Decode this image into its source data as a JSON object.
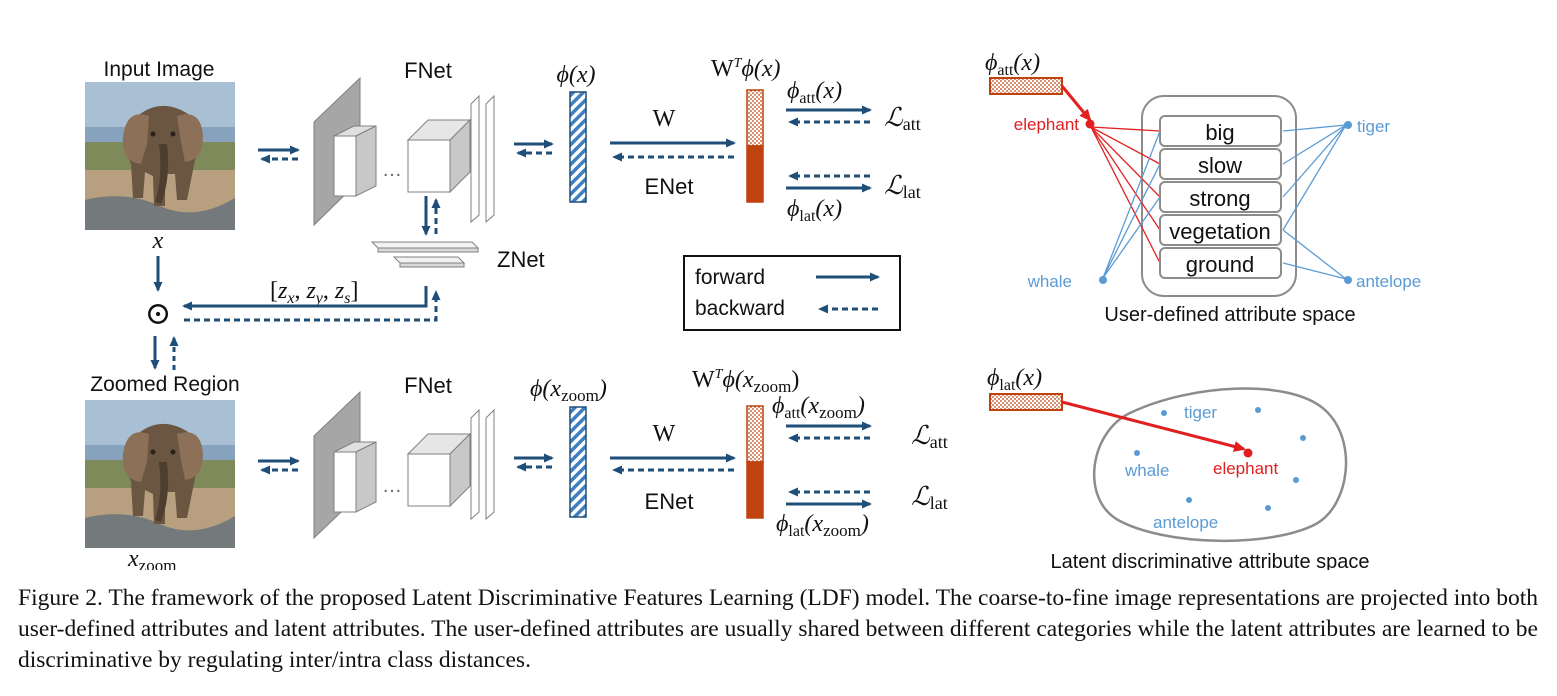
{
  "labels": {
    "input_image": "Input Image",
    "zoomed_region": "Zoomed Region",
    "fnet": "FNet",
    "znet": "ZNet",
    "w": "W",
    "enet": "ENet",
    "phi_x": "ϕ(x)",
    "phi_x_zoom_base": "ϕ(x",
    "zoom_sub": "zoom",
    "x_var": "x",
    "wt_base": "W",
    "wt_sup": "T",
    "phi": "ϕ",
    "att_sub": "att",
    "lat_sub": "lat",
    "x_arg": "(x)",
    "loss_symbol": "ℒ",
    "zvec": "[z",
    "zvec_x": "x",
    "zvec_y": "y",
    "zvec_s": "s",
    "odot": "⊙",
    "dots": "…"
  },
  "legend": {
    "forward": "forward",
    "backward": "backward"
  },
  "attribute_space": {
    "title": "User-defined attribute space",
    "attributes": [
      "big",
      "slow",
      "strong",
      "vegetation",
      "ground"
    ],
    "classes": {
      "elephant": "elephant",
      "tiger": "tiger",
      "whale": "whale",
      "antelope": "antelope"
    }
  },
  "latent_space": {
    "title": "Latent discriminative attribute space",
    "classes": {
      "tiger": "tiger",
      "whale": "whale",
      "elephant": "elephant",
      "antelope": "antelope"
    }
  },
  "caption": "Figure 2. The framework of the proposed Latent Discriminative Features Learning (LDF) model. The coarse-to-fine image representations are projected into both user-defined attributes and latent attributes. The user-defined attributes are usually shared between different categories while the latent attributes are learned to be discriminative by regulating inter/intra class distances.",
  "colors": {
    "arrow_blue": "#1f4e79",
    "feature_orange": "#c0420f",
    "attr_red": "#e02020",
    "attr_blue": "#5b9bd5",
    "outline_gray": "#8c8c8c",
    "fnet_gray": "#a6a6a6"
  },
  "icons": [
    "elephant-photo",
    "forward-arrow-icon",
    "backward-arrow-icon"
  ]
}
